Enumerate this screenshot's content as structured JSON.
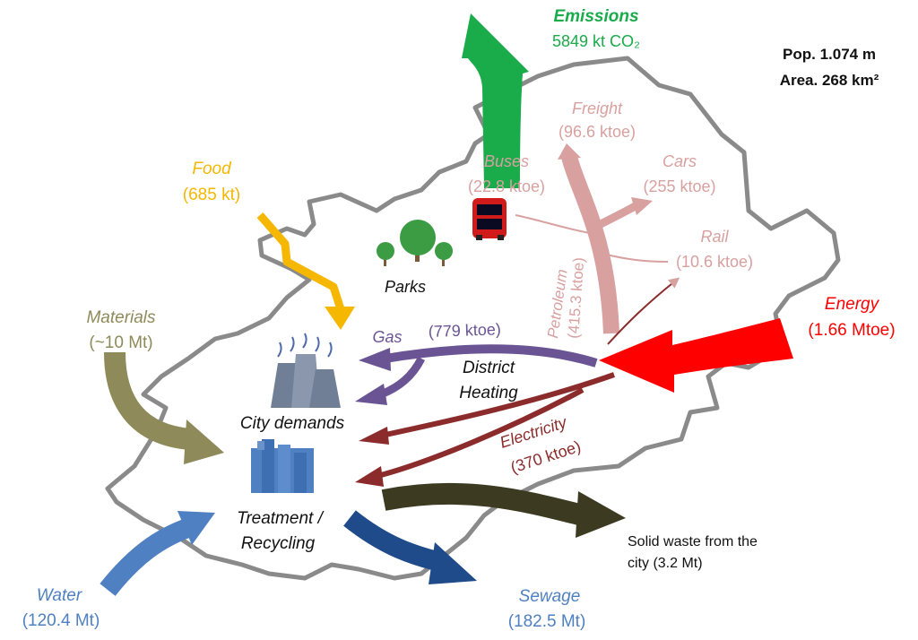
{
  "header": {
    "population": "Pop. 1.074 m",
    "area": "Area. 268 km²"
  },
  "flows": {
    "emissions": {
      "label": "Emissions",
      "value": "5849 kt CO₂",
      "color": "#1aab4b"
    },
    "food": {
      "label": "Food",
      "value": "(685 kt)",
      "color": "#f5b700"
    },
    "materials": {
      "label": "Materials",
      "value": "(~10 Mt)",
      "color": "#8e8a5a"
    },
    "water": {
      "label": "Water",
      "value": "(120.4 Mt)",
      "color": "#4f80c2"
    },
    "sewage": {
      "label": "Sewage",
      "value": "(182.5 Mt)",
      "color": "#1f4b8a"
    },
    "solid_waste": {
      "label_line1": "Solid waste from the",
      "label_line2": "city (3.2 Mt)",
      "color": "#3d3a22"
    },
    "energy": {
      "label": "Energy",
      "value": "(1.66 Mtoe)",
      "color": "#ff0000"
    },
    "gas": {
      "label": "Gas",
      "value": "(779 ktoe)",
      "color": "#6a5494"
    },
    "district_heating": {
      "label_line1": "District",
      "label_line2": "Heating"
    },
    "electricity": {
      "label": "Electricity",
      "value": "(370 ktoe)",
      "color": "#8b2b2b"
    },
    "petroleum": {
      "label": "Petroleum",
      "value": "(415.3 ktoe)",
      "color": "#d9a0a0"
    },
    "freight": {
      "label": "Freight",
      "value": "(96.6 ktoe)"
    },
    "buses": {
      "label": "Buses",
      "value": "(22.8 ktoe)"
    },
    "cars": {
      "label": "Cars",
      "value": "(255 ktoe)"
    },
    "rail": {
      "label": "Rail",
      "value": "(10.6 ktoe)"
    }
  },
  "nodes": {
    "parks": "Parks",
    "city_demands": "City demands",
    "treatment_line1": "Treatment /",
    "treatment_line2": "Recycling"
  },
  "icons": [
    "tree-icon",
    "bus-icon",
    "power-plant-icon",
    "factory-icon"
  ]
}
